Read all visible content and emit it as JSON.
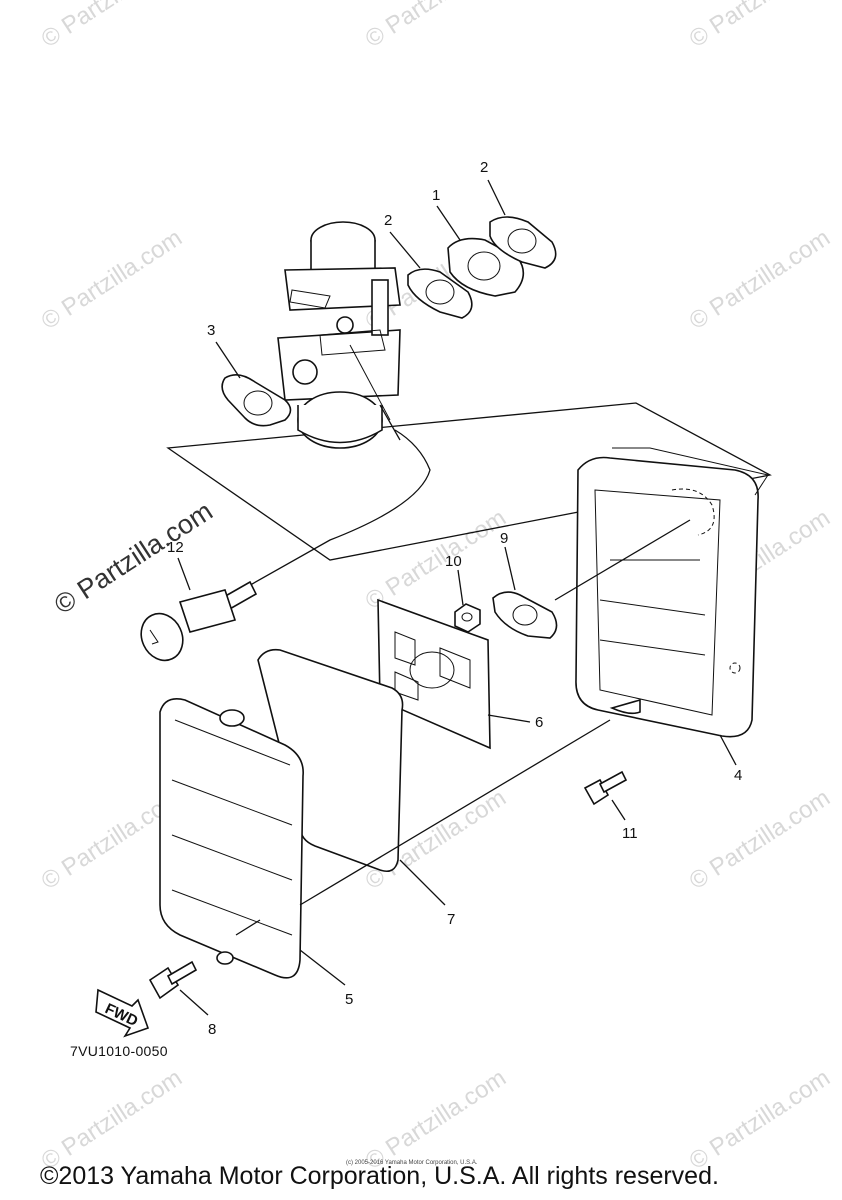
{
  "watermark": {
    "site": "© Partzilla.com",
    "repeat": "© Partzilla.com"
  },
  "callouts": [
    {
      "id": "1",
      "label": "1"
    },
    {
      "id": "2a",
      "label": "2"
    },
    {
      "id": "2b",
      "label": "2"
    },
    {
      "id": "3",
      "label": "3"
    },
    {
      "id": "4",
      "label": "4"
    },
    {
      "id": "5",
      "label": "5"
    },
    {
      "id": "6",
      "label": "6"
    },
    {
      "id": "7",
      "label": "7"
    },
    {
      "id": "8",
      "label": "8"
    },
    {
      "id": "9",
      "label": "9"
    },
    {
      "id": "10",
      "label": "10"
    },
    {
      "id": "11",
      "label": "11"
    },
    {
      "id": "12",
      "label": "12"
    }
  ],
  "fwd_label": "FWD",
  "part_code": "7VU1010-0050",
  "fine_print": "(c) 2005-2016 Yamaha Motor Corporation, U.S.A.",
  "footer": "©2013 Yamaha Motor Corporation, U.S.A. All rights reserved."
}
